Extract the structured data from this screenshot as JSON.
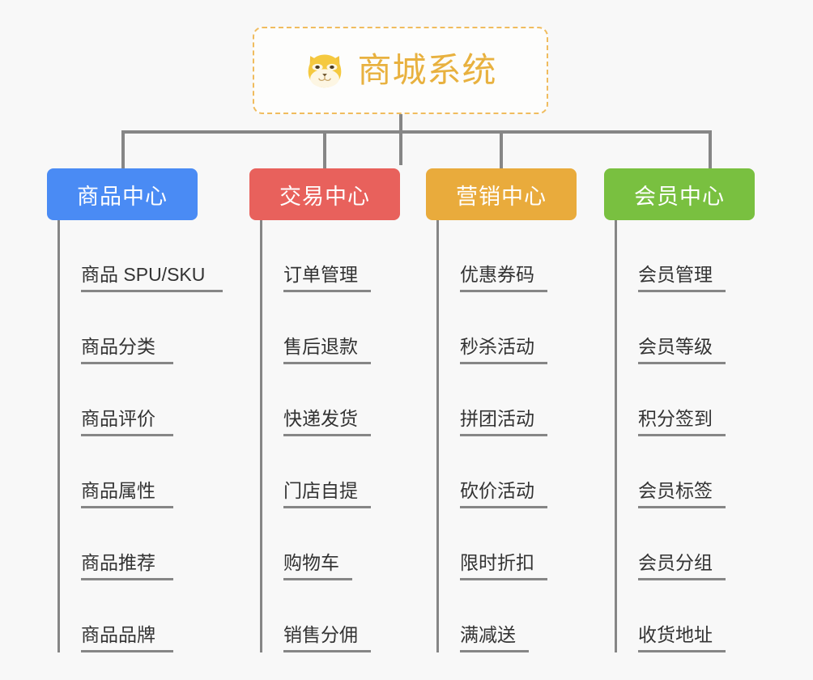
{
  "diagram": {
    "title": "商城系统",
    "root": {
      "label": "商城系统",
      "icon": "shiba-dog-icon",
      "text_color": "#e8b13f",
      "border_color": "#f0bc5e",
      "background": "#fdfdfc"
    },
    "background": "#f8f8f8",
    "connector_color": "#868686",
    "categories": [
      {
        "label": "商品中心",
        "color": "#4a8bf4",
        "children": [
          {
            "label": "商品 SPU/SKU"
          },
          {
            "label": "商品分类"
          },
          {
            "label": "商品评价"
          },
          {
            "label": "商品属性"
          },
          {
            "label": "商品推荐"
          },
          {
            "label": "商品品牌"
          }
        ]
      },
      {
        "label": "交易中心",
        "color": "#e8615c",
        "children": [
          {
            "label": "订单管理"
          },
          {
            "label": "售后退款"
          },
          {
            "label": "快递发货"
          },
          {
            "label": "门店自提"
          },
          {
            "label": "购物车"
          },
          {
            "label": "销售分佣"
          }
        ]
      },
      {
        "label": "营销中心",
        "color": "#e9ab3c",
        "children": [
          {
            "label": "优惠券码"
          },
          {
            "label": "秒杀活动"
          },
          {
            "label": "拼团活动"
          },
          {
            "label": "砍价活动"
          },
          {
            "label": "限时折扣"
          },
          {
            "label": "满减送"
          }
        ]
      },
      {
        "label": "会员中心",
        "color": "#79c040",
        "children": [
          {
            "label": "会员管理"
          },
          {
            "label": "会员等级"
          },
          {
            "label": "积分签到"
          },
          {
            "label": "会员标签"
          },
          {
            "label": "会员分组"
          },
          {
            "label": "收货地址"
          }
        ]
      }
    ]
  }
}
